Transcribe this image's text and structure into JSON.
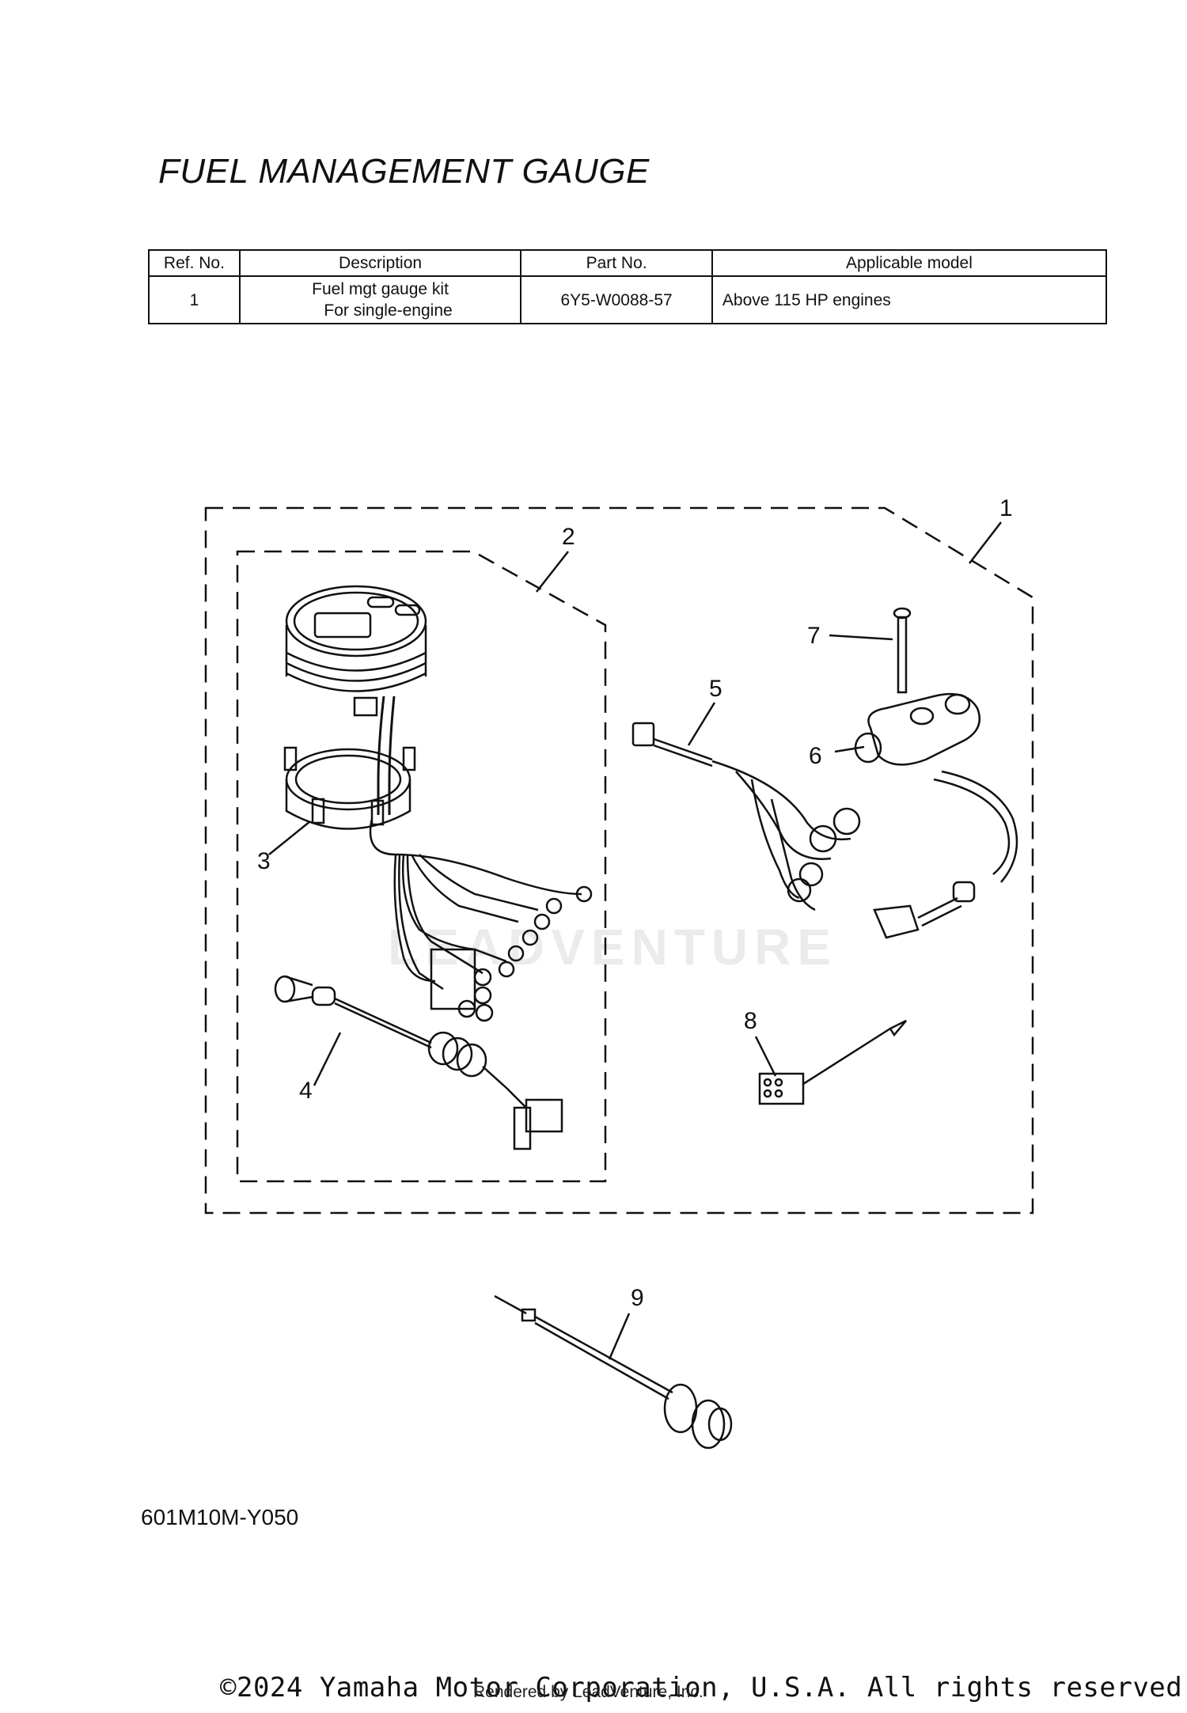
{
  "title": "FUEL MANAGEMENT GAUGE",
  "table": {
    "headers": [
      "Ref. No.",
      "Description",
      "Part No.",
      "Applicable model"
    ],
    "rows": [
      {
        "ref": "1",
        "description_line1": "Fuel mgt gauge kit",
        "description_line2": "For single-engine",
        "part_no": "6Y5-W0088-57",
        "model": "Above 115 HP engines"
      }
    ]
  },
  "callouts": [
    "1",
    "2",
    "3",
    "4",
    "5",
    "6",
    "7",
    "8",
    "9"
  ],
  "diagram_code": "601M10M-Y050",
  "watermark": "LEADVENTURE",
  "copyright": "©2024 Yamaha Motor Corporation, U.S.A. All rights reserved.",
  "rendered_by": "Rendered by LeadVenture, Inc."
}
